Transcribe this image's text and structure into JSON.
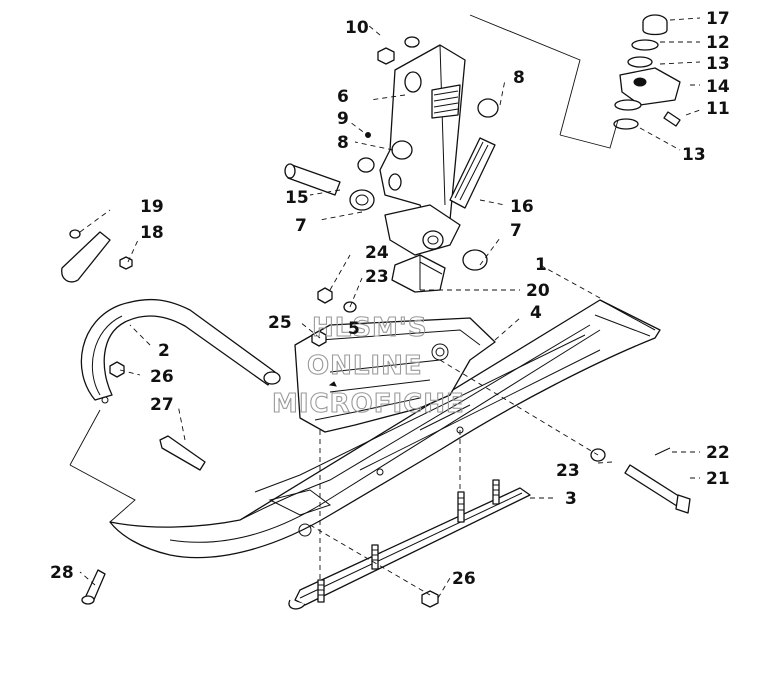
{
  "watermark": {
    "line1": "HLSM'S",
    "line2": "ONLINE",
    "line3": "MICROFICHE"
  },
  "callouts": {
    "c1": "1",
    "c2": "2",
    "c3": "3",
    "c4": "4",
    "c5": "5",
    "c6": "6",
    "c7a": "7",
    "c7b": "7",
    "c8a": "8",
    "c8b": "8",
    "c9": "9",
    "c10": "10",
    "c11": "11",
    "c12": "12",
    "c13a": "13",
    "c13b": "13",
    "c14": "14",
    "c15": "15",
    "c16": "16",
    "c17": "17",
    "c18": "18",
    "c19": "19",
    "c20": "20",
    "c21": "21",
    "c22": "22",
    "c23a": "23",
    "c23b": "23",
    "c24": "24",
    "c25": "25",
    "c26a": "26",
    "c26b": "26",
    "c27": "27",
    "c28": "28"
  }
}
